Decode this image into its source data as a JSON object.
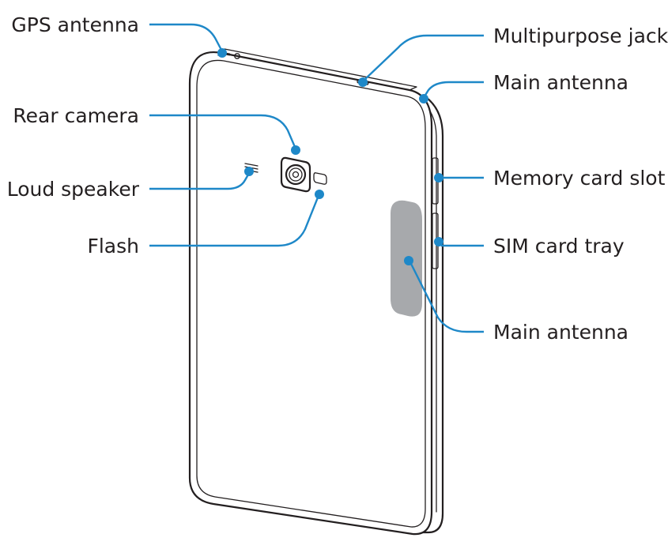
{
  "callouts": {
    "gps_antenna": "GPS antenna",
    "multipurpose_jack": "Multipurpose jack",
    "main_antenna_top": "Main antenna",
    "rear_camera": "Rear camera",
    "memory_card_slot": "Memory card slot",
    "loud_speaker": "Loud speaker",
    "sim_card_tray": "SIM card tray",
    "flash": "Flash",
    "main_antenna_side": "Main antenna"
  },
  "colors": {
    "leader": "#1e88c8",
    "outline": "#231f20",
    "antenna_band": "#a7a9ac"
  }
}
